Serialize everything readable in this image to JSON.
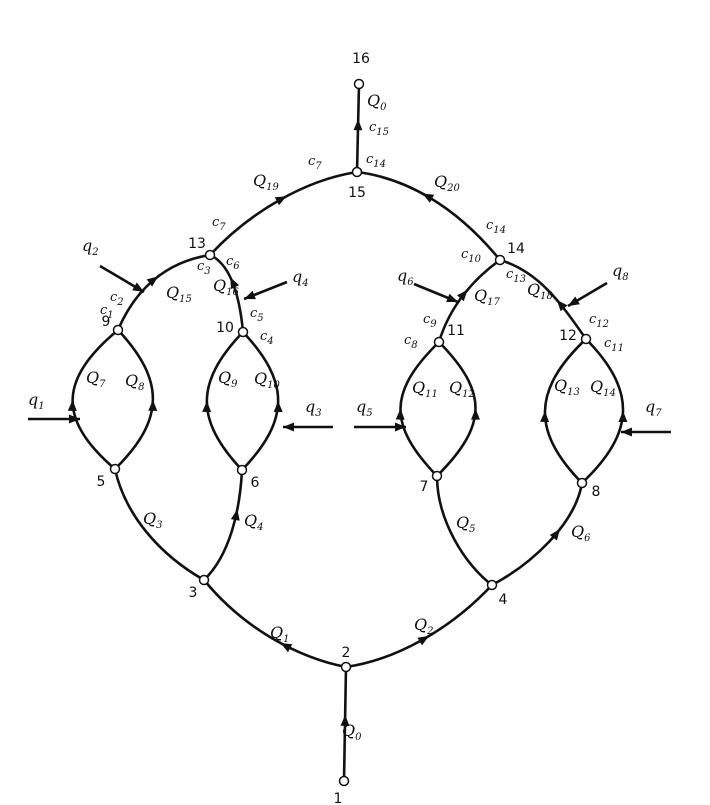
{
  "nodes": [
    "1",
    "2",
    "3",
    "4",
    "5",
    "6",
    "7",
    "8",
    "9",
    "10",
    "11",
    "12",
    "13",
    "14",
    "15",
    "16"
  ],
  "flows": {
    "Q0a": {
      "sym": "Q",
      "sub": "0"
    },
    "Q0b": {
      "sym": "Q",
      "sub": "0"
    },
    "Q1": {
      "sym": "Q",
      "sub": "1"
    },
    "Q2": {
      "sym": "Q",
      "sub": "2"
    },
    "Q3": {
      "sym": "Q",
      "sub": "3"
    },
    "Q4": {
      "sym": "Q",
      "sub": "4"
    },
    "Q5": {
      "sym": "Q",
      "sub": "5"
    },
    "Q6": {
      "sym": "Q",
      "sub": "6"
    },
    "Q7": {
      "sym": "Q",
      "sub": "7"
    },
    "Q8": {
      "sym": "Q",
      "sub": "8"
    },
    "Q9": {
      "sym": "Q",
      "sub": "9"
    },
    "Q10": {
      "sym": "Q",
      "sub": "10"
    },
    "Q11": {
      "sym": "Q",
      "sub": "11"
    },
    "Q12": {
      "sym": "Q",
      "sub": "12"
    },
    "Q13": {
      "sym": "Q",
      "sub": "13"
    },
    "Q14": {
      "sym": "Q",
      "sub": "14"
    },
    "Q15": {
      "sym": "Q",
      "sub": "15"
    },
    "Q16": {
      "sym": "Q",
      "sub": "16"
    },
    "Q17": {
      "sym": "Q",
      "sub": "17"
    },
    "Q18": {
      "sym": "Q",
      "sub": "18"
    },
    "Q19": {
      "sym": "Q",
      "sub": "19"
    },
    "Q20": {
      "sym": "Q",
      "sub": "20"
    }
  },
  "inflows": {
    "q1": {
      "sym": "q",
      "sub": "1"
    },
    "q2": {
      "sym": "q",
      "sub": "2"
    },
    "q3": {
      "sym": "q",
      "sub": "3"
    },
    "q4": {
      "sym": "q",
      "sub": "4"
    },
    "q5": {
      "sym": "q",
      "sub": "5"
    },
    "q6": {
      "sym": "q",
      "sub": "6"
    },
    "q7": {
      "sym": "q",
      "sub": "7"
    },
    "q8": {
      "sym": "q",
      "sub": "8"
    }
  },
  "constants": {
    "c1": {
      "sym": "c",
      "sub": "1"
    },
    "c2": {
      "sym": "c",
      "sub": "2"
    },
    "c3": {
      "sym": "c",
      "sub": "3"
    },
    "c4": {
      "sym": "c",
      "sub": "4"
    },
    "c5": {
      "sym": "c",
      "sub": "5"
    },
    "c6": {
      "sym": "c",
      "sub": "6"
    },
    "c7a": {
      "sym": "c",
      "sub": "7"
    },
    "c7b": {
      "sym": "c",
      "sub": "7"
    },
    "c8": {
      "sym": "c",
      "sub": "8"
    },
    "c9": {
      "sym": "c",
      "sub": "9"
    },
    "c10": {
      "sym": "c",
      "sub": "10"
    },
    "c11": {
      "sym": "c",
      "sub": "11"
    },
    "c12": {
      "sym": "c",
      "sub": "12"
    },
    "c13": {
      "sym": "c",
      "sub": "13"
    },
    "c14a": {
      "sym": "c",
      "sub": "14"
    },
    "c14b": {
      "sym": "c",
      "sub": "14"
    },
    "c15": {
      "sym": "c",
      "sub": "15"
    }
  }
}
